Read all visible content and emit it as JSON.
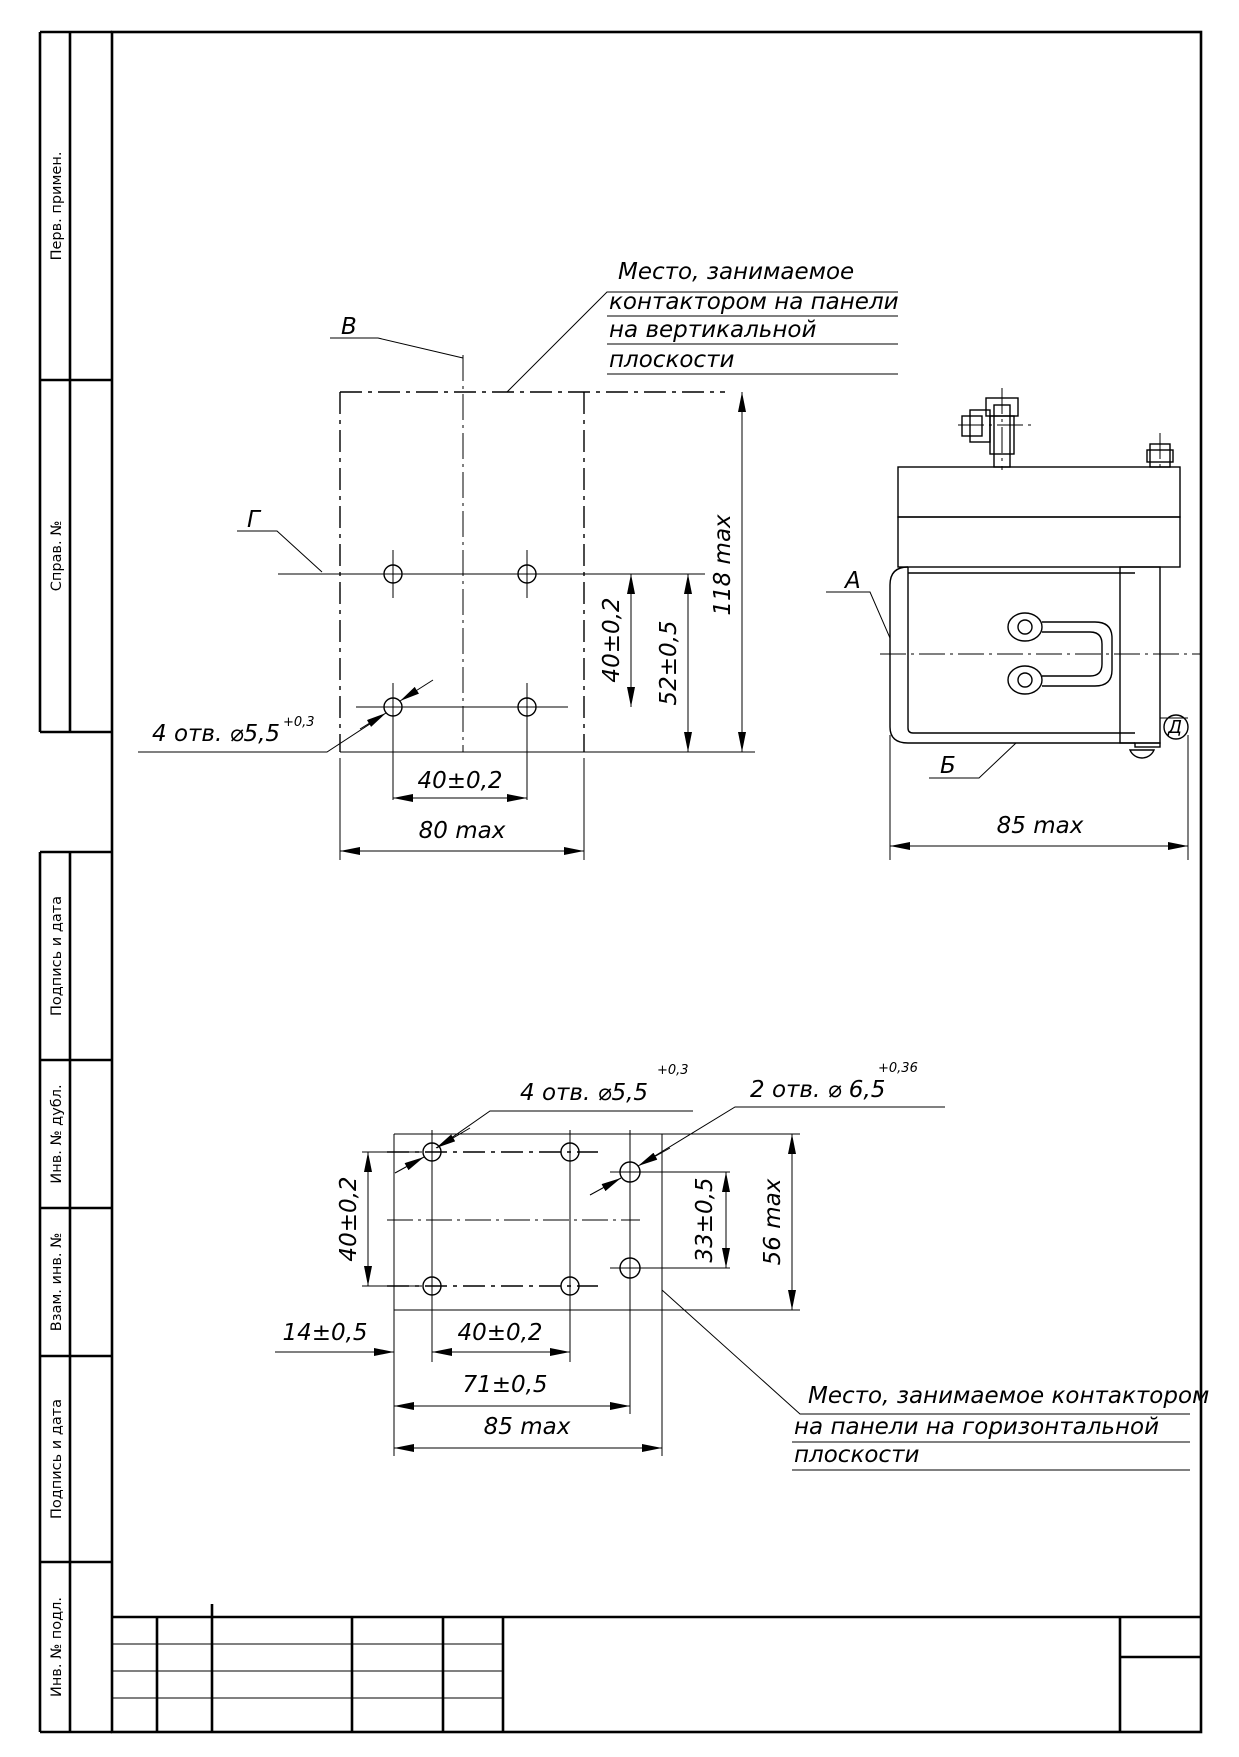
{
  "side_stamp": {
    "perv_primen": "Перв. примен.",
    "sprav_no": "Справ. №",
    "podpis_data_1": "Подпись и дата",
    "inv_no_dubl": "Инв. № дубл.",
    "vzam_inv_no": "Взам. инв. №",
    "podpis_data_2": "Подпись и дата",
    "inv_no_podl": "Инв. № подл."
  },
  "vertical_view": {
    "note_lines": [
      "Место, занимаемое",
      "контактором на панели",
      "на вертикальной",
      "плоскости"
    ],
    "label_v": "В",
    "label_g": "Г",
    "holes_note": "4 отв. ⌀5,5",
    "holes_tol": "+0,3",
    "dim_40_horizontal": "40±0,2",
    "dim_80": "80 max",
    "dim_40_vertical": "40±0,2",
    "dim_52": "52±0,5",
    "dim_118": "118 max"
  },
  "side_view": {
    "label_a": "А",
    "label_b": "Б",
    "label_d": "Д",
    "dim_85": "85 max"
  },
  "horizontal_view": {
    "holes4_note": "4 отв. ⌀5,5",
    "holes4_tol": "+0,3",
    "holes2_note": "2 отв. ⌀ 6,5",
    "holes2_tol": "+0,36",
    "dim_40_vertical": "40±0,2",
    "dim_33": "33±0,5",
    "dim_56": "56 max",
    "dim_14": "14±0,5",
    "dim_40_horizontal": "40±0,2",
    "dim_71": "71±0,5",
    "dim_85": "85 max",
    "note_lines": [
      "Место, занимаемое контактором",
      "на панели на горизонтальной",
      "плоскости"
    ]
  }
}
